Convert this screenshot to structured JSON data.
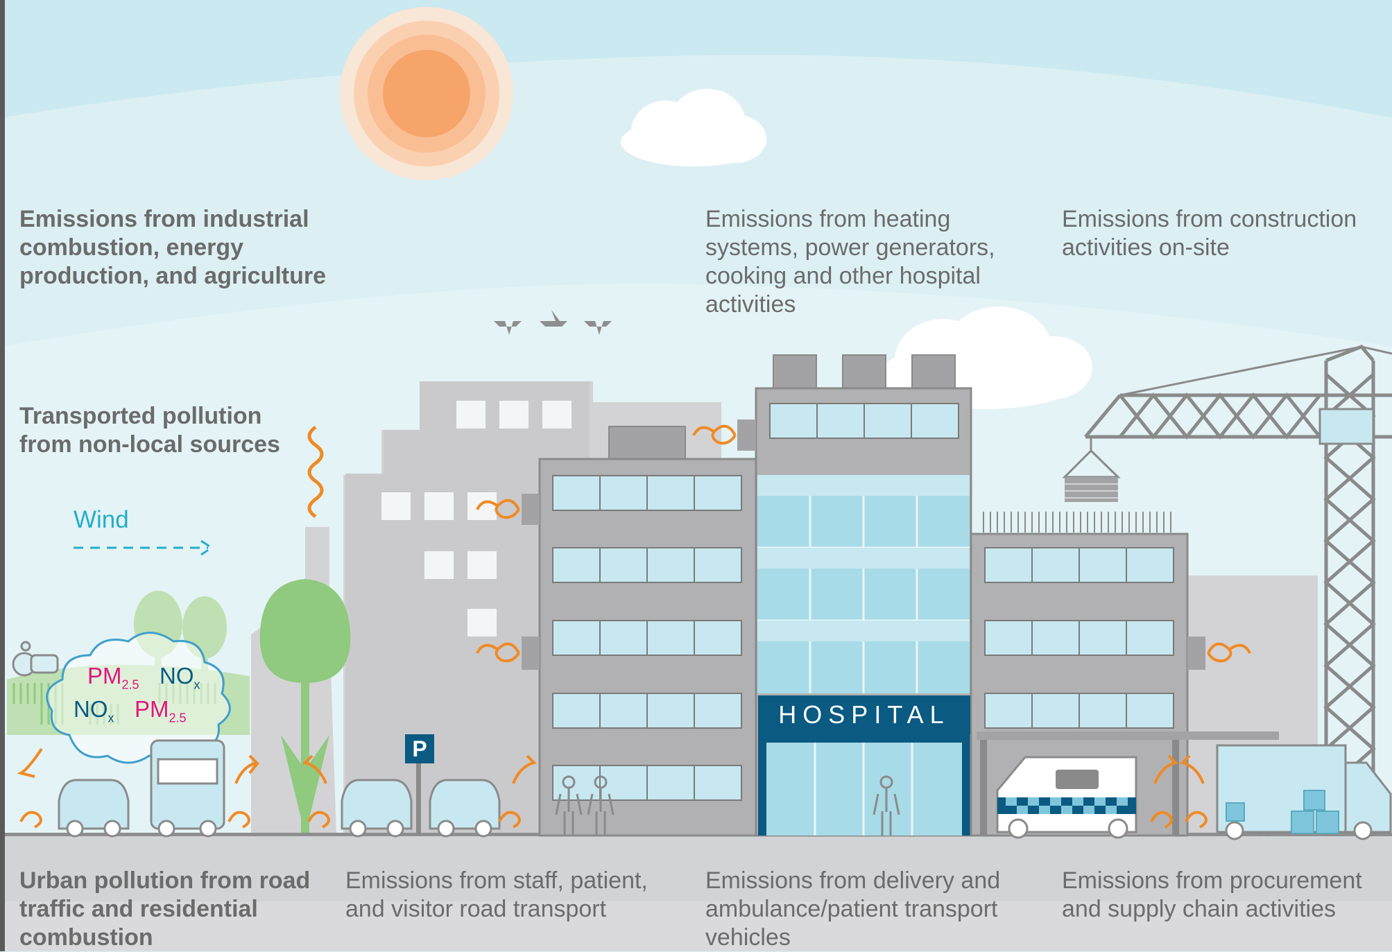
{
  "labels": {
    "industrial": "Emissions from industrial\ncombustion, energy\nproduction, and agriculture",
    "transported": "Transported pollution\nfrom non-local sources",
    "heating": "Emissions from heating\nsystems, power generators,\ncooking and other hospital\nactivities",
    "construction": "Emissions from construction\nactivities on-site",
    "urban": "Urban pollution from road\ntraffic and residential\ncombustion",
    "staff": "Emissions from staff, patient,\nand visitor road transport",
    "delivery": "Emissions from delivery and\nambulance/patient transport\nvehicles",
    "procurement": "Emissions from procurement\nand supply chain activities"
  },
  "wind": "Wind",
  "hospital_sign": "HOSPITAL",
  "parking_sign": "P",
  "pollutants": {
    "pm": "PM",
    "pm_sub": "2.5",
    "nox": "NO",
    "nox_sub": "x"
  },
  "colors": {
    "sky": "#dcf0f4",
    "sun": "#f7a46a",
    "building": "#b1b1b3",
    "window": "#c7e8f0",
    "accent_blue": "#0a5a82",
    "wind": "#25aeca",
    "emission": "#f08a24",
    "tree": "#8fca7e"
  }
}
